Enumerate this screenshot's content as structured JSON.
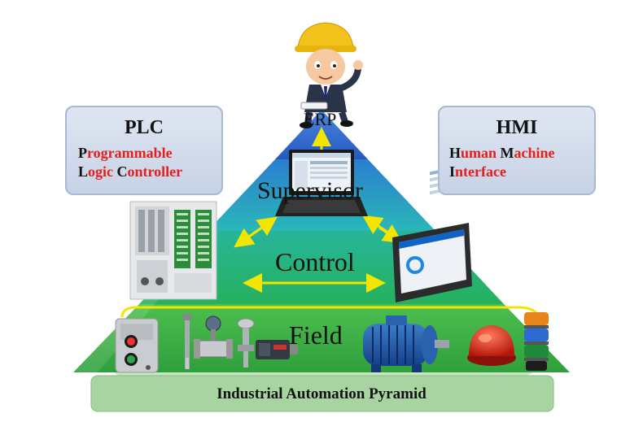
{
  "title": "Industrial Automation Pyramid",
  "levels": {
    "erp": "ERP",
    "supervisor": "Supervisor",
    "control": "Control",
    "field": "Field"
  },
  "plc": {
    "title": "PLC",
    "line1_lead": "P",
    "line1_rest": "rogrammable",
    "line2_lead1": "L",
    "line2_mid": "ogic ",
    "line2_lead2": "C",
    "line2_rest": "ontroller"
  },
  "hmi": {
    "title": "HMI",
    "line1_lead1": "H",
    "line1_mid": "uman ",
    "line1_lead2": "M",
    "line1_rest": "achine",
    "line2_lead": "I",
    "line2_rest": "nterface"
  },
  "colors": {
    "erp": "#2f6fd0",
    "supervisor": "#2aa8c0",
    "control": "#25b46e",
    "field": "#3fb24a",
    "base": "#a6d3a0",
    "arrow": "#f2e600",
    "accent_red": "#e3201b"
  },
  "icons": [
    "engineer-icon",
    "laptop-icon",
    "plc-icon",
    "hmi-panel-icon",
    "push-button-box-icon",
    "temperature-sensor-icon",
    "flow-meter-icon",
    "pressure-transmitter-icon",
    "proximity-sensor-icon",
    "motor-icon",
    "beacon-light-icon",
    "stack-light-icon"
  ]
}
